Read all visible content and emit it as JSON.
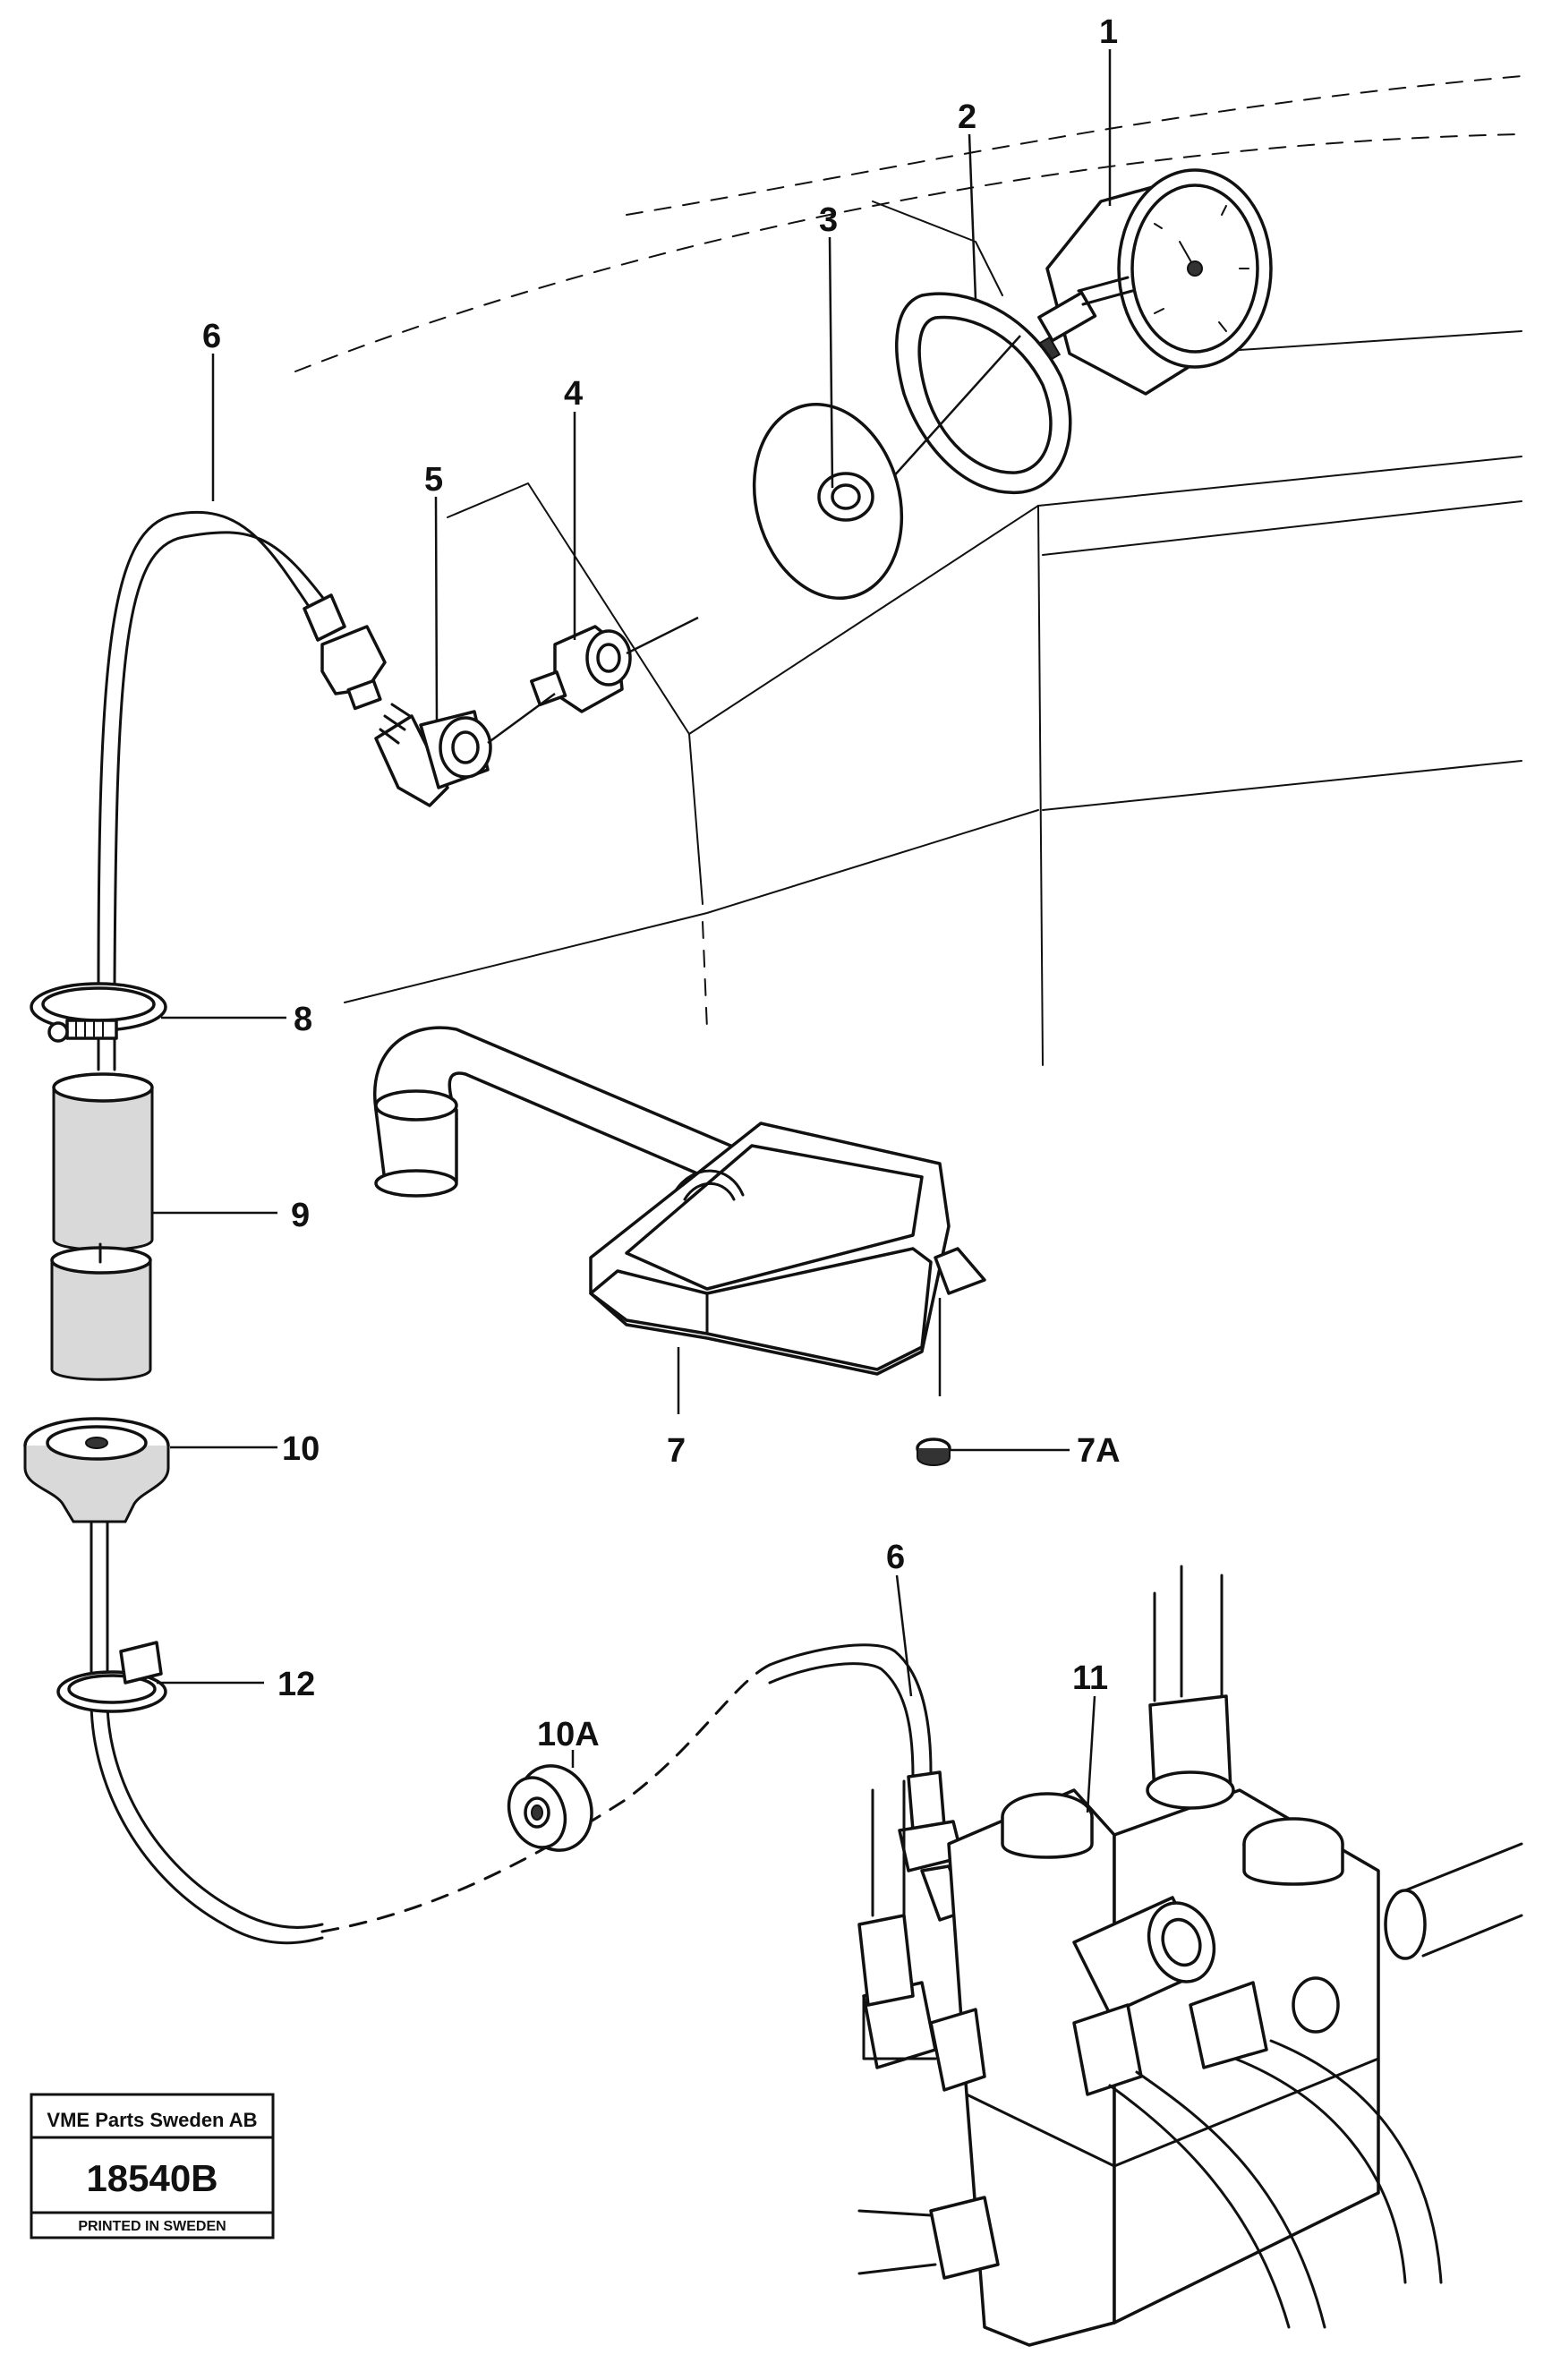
{
  "callouts": {
    "c1": "1",
    "c2": "2",
    "c3": "3",
    "c4": "4",
    "c5": "5",
    "c6_top": "6",
    "c6_bottom": "6",
    "c7": "7",
    "c7a": "7A",
    "c8": "8",
    "c9": "9",
    "c10": "10",
    "c10a": "10A",
    "c11": "11",
    "c12": "12"
  },
  "stamp": {
    "company": "VME Parts Sweden AB",
    "drawing_number": "18540B",
    "printed": "PRINTED IN SWEDEN"
  }
}
